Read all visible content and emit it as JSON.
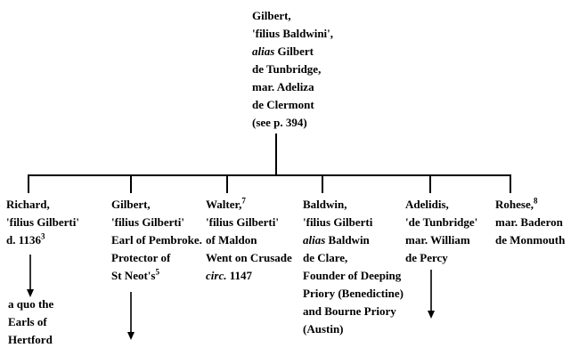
{
  "colors": {
    "text": "#000000",
    "background": "#ffffff",
    "line": "#000000"
  },
  "root": {
    "name": "Gilbert filius Baldwini",
    "lines": [
      [
        {
          "t": "Gilbert,"
        }
      ],
      [
        {
          "t": "'filius Baldwini',"
        }
      ],
      [
        {
          "t": "alias ",
          "i": true
        },
        {
          "t": "Gilbert"
        }
      ],
      [
        {
          "t": "de Tunbridge,"
        }
      ],
      [
        {
          "t": "mar. Adeliza"
        }
      ],
      [
        {
          "t": "de Clermont"
        }
      ],
      [
        {
          "t": "(see p. 394)"
        }
      ]
    ]
  },
  "children": [
    {
      "name": "Richard filius Gilberti",
      "lines": [
        [
          {
            "t": "Richard,"
          }
        ],
        [
          {
            "t": "'filius Gilberti'"
          }
        ],
        [
          {
            "t": "d. 1136"
          },
          {
            "t": "3",
            "sup": true
          }
        ]
      ],
      "note_lines": [
        [
          {
            "t": "a quo the"
          }
        ],
        [
          {
            "t": "Earls of"
          }
        ],
        [
          {
            "t": "Hertford"
          }
        ]
      ]
    },
    {
      "name": "Gilbert filius Gilberti",
      "lines": [
        [
          {
            "t": "Gilbert,"
          }
        ],
        [
          {
            "t": "'filius Gilberti'"
          }
        ],
        [
          {
            "t": "Earl of Pembroke."
          }
        ],
        [
          {
            "t": "Protector of"
          }
        ],
        [
          {
            "t": "St Neot's"
          },
          {
            "t": "5",
            "sup": true
          }
        ]
      ]
    },
    {
      "name": "Walter filius Gilberti",
      "lines": [
        [
          {
            "t": "Walter,"
          },
          {
            "t": "7",
            "sup": true
          }
        ],
        [
          {
            "t": "'filius Gilberti'"
          }
        ],
        [
          {
            "t": "of Maldon"
          }
        ],
        [
          {
            "t": "Went on Crusade"
          }
        ],
        [
          {
            "t": "circ. ",
            "i": true
          },
          {
            "t": "1147"
          }
        ]
      ]
    },
    {
      "name": "Baldwin filius Gilberti",
      "lines": [
        [
          {
            "t": "Baldwin,"
          }
        ],
        [
          {
            "t": "'filius Gilberti"
          }
        ],
        [
          {
            "t": "alias ",
            "i": true
          },
          {
            "t": "Baldwin"
          }
        ],
        [
          {
            "t": "de Clare,"
          }
        ],
        [
          {
            "t": "Founder of Deeping"
          }
        ],
        [
          {
            "t": "Priory (Benedictine)"
          }
        ],
        [
          {
            "t": "and Bourne Priory"
          }
        ],
        [
          {
            "t": "(Austin)"
          }
        ]
      ]
    },
    {
      "name": "Adelidis de Tunbridge",
      "lines": [
        [
          {
            "t": "Adelidis,"
          }
        ],
        [
          {
            "t": "'de Tunbridge'"
          }
        ],
        [
          {
            "t": "mar. William"
          }
        ],
        [
          {
            "t": "de Percy"
          }
        ]
      ]
    },
    {
      "name": "Rohese",
      "lines": [
        [
          {
            "t": "Rohese,"
          },
          {
            "t": "8",
            "sup": true
          }
        ],
        [
          {
            "t": "mar. Baderon"
          }
        ],
        [
          {
            "t": "de Monmouth"
          }
        ]
      ]
    }
  ]
}
